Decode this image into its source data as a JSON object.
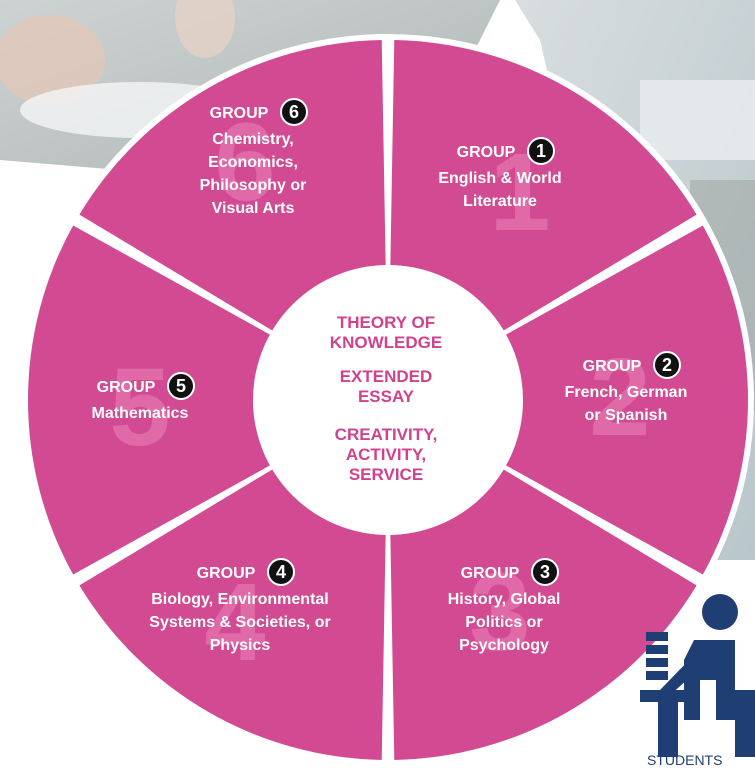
{
  "colors": {
    "segment": "#d24a92",
    "hub_text": "#d0428e",
    "hub_bg": "#ffffff",
    "badge_bg": "#111111",
    "icon": "#1f3e73"
  },
  "hub": {
    "line1a": "THEORY OF",
    "line1b": "KNOWLEDGE",
    "line2a": "EXTENDED",
    "line2b": "ESSAY",
    "line3a": "CREATIVITY,",
    "line3b": "ACTIVITY,",
    "line3c": "SERVICE"
  },
  "groups": [
    {
      "word": "GROUP",
      "num": "1",
      "lines": [
        "English & World",
        "Literature"
      ]
    },
    {
      "word": "GROUP",
      "num": "2",
      "lines": [
        "French, German",
        "or Spanish"
      ]
    },
    {
      "word": "GROUP",
      "num": "3",
      "lines": [
        "History, Global",
        "Politics or",
        "Psychology"
      ]
    },
    {
      "word": "GROUP",
      "num": "4",
      "lines": [
        "Biology, Environmental",
        "Systems & Societies, or",
        "Physics"
      ]
    },
    {
      "word": "GROUP",
      "num": "5",
      "lines": [
        "Mathematics"
      ]
    },
    {
      "word": "GROUP",
      "num": "6",
      "lines": [
        "Chemistry,",
        "Economics,",
        "Philosophy or",
        "Visual Arts"
      ]
    }
  ],
  "icon": {
    "name": "student-at-desk-icon",
    "caption": "STUDENTS"
  }
}
